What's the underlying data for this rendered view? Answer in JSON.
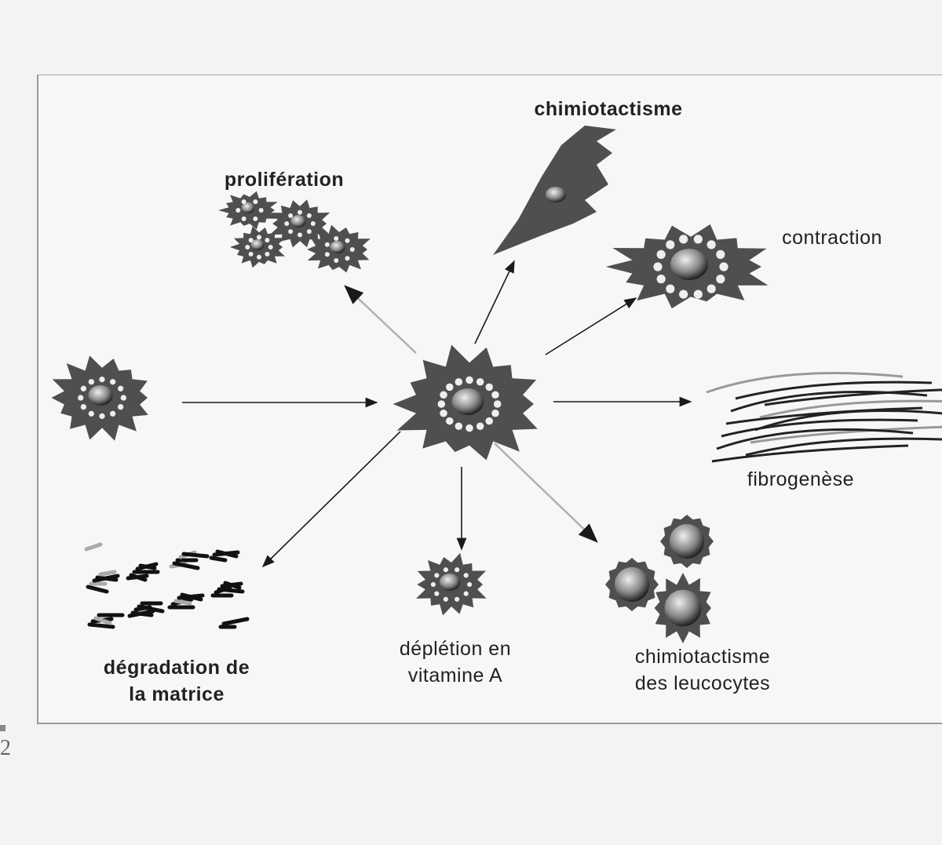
{
  "labels": {
    "chemotaxis": "chimiotactisme",
    "proliferation": "prolifération",
    "contraction": "contraction",
    "fibrogenesis": "fibrogenèse",
    "matrix_degradation_line1": "dégradation de",
    "matrix_degradation_line2": "la matrice",
    "vitamin_a_line1": "déplétion en",
    "vitamin_a_line2": "vitamine A",
    "leukocyte_chemotaxis_line1": "chimiotactisme",
    "leukocyte_chemotaxis_line2": "des leucocytes"
  },
  "page_number": "2",
  "colors": {
    "cell": "#4f4f52",
    "arrow_dark": "#1a1a1a",
    "arrow_light": "#b0b0b0"
  }
}
